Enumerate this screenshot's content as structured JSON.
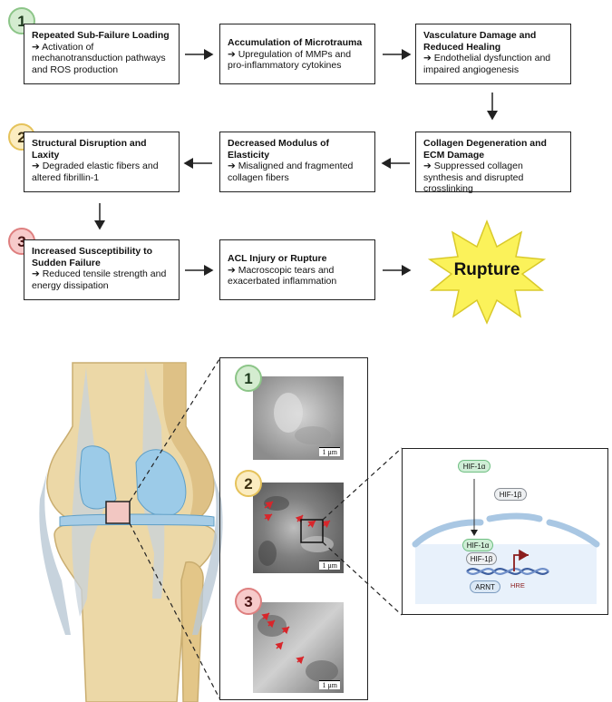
{
  "stages": [
    "1",
    "2",
    "3"
  ],
  "flow": [
    {
      "title": "Repeated Sub-Failure Loading",
      "desc": "➔ Activation of mechanotransduction pathways and ROS production"
    },
    {
      "title": "Accumulation of Microtrauma",
      "desc": "➔ Upregulation of MMPs and pro-inflammatory cytokines"
    },
    {
      "title": "Vasculature Damage and Reduced Healing",
      "desc": "➔ Endothelial dysfunction and impaired angiogenesis"
    },
    {
      "title": "Collagen Degeneration and ECM Damage",
      "desc": "➔ Suppressed collagen synthesis and disrupted crosslinking"
    },
    {
      "title": "Decreased Modulus of Elasticity",
      "desc": "➔ Misaligned and fragmented collagen fibers"
    },
    {
      "title": "Structural Disruption and Laxity",
      "desc": "➔ Degraded elastic fibers and altered fibrillin-1"
    },
    {
      "title": "Increased Susceptibility to Sudden Failure",
      "desc": "➔ Reduced tensile strength and energy dissipation"
    },
    {
      "title": "ACL Injury or Rupture",
      "desc": "➔ Macroscopic tears and exacerbated inflammation"
    }
  ],
  "rupture_label": "Rupture",
  "micrographs": [
    {
      "stage": "1",
      "scale": "1 μm"
    },
    {
      "stage": "2",
      "scale": "1 μm"
    },
    {
      "stage": "3",
      "scale": "1 μm"
    }
  ],
  "pathway": {
    "hif1a_top": "HIF-1α",
    "hif1b_top": "HIF-1β",
    "hif1a_nuc": "HIF-1α",
    "hif1b_nuc": "HIF-1β",
    "arnt": "ARNT",
    "hre": "HRE"
  },
  "colors": {
    "stage1": "#8cc588",
    "stage2": "#e5c25a",
    "stage3": "#de7f7f",
    "burst": "#fbf25a",
    "arrow_red": "#d8262b"
  }
}
